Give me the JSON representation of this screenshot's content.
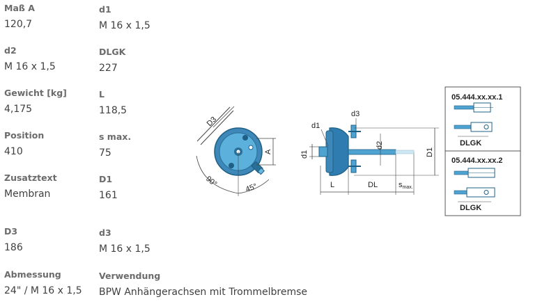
{
  "specs": [
    {
      "label": "Maß A",
      "value": "120,7"
    },
    {
      "label": "d1",
      "value": "M 16 x 1,5"
    },
    {
      "label": "d2",
      "value": "M 16 x 1,5"
    },
    {
      "label": "DLGK",
      "value": "227"
    },
    {
      "label": "Gewicht [kg]",
      "value": "4,175"
    },
    {
      "label": "L",
      "value": "118,5"
    },
    {
      "label": "Position",
      "value": "410"
    },
    {
      "label": "s max.",
      "value": "75"
    },
    {
      "label": "Zusatztext",
      "value": "Membran"
    },
    {
      "label": "D1",
      "value": "161"
    },
    {
      "label": "D3",
      "value": "186"
    },
    {
      "label": "d3",
      "value": "M 16 x 1,5"
    },
    {
      "label": "Abmessung",
      "value": "24\" / M 16 x 1,5"
    },
    {
      "label": "Verwendung",
      "value": "BPW Anhängerachsen mit Trommelbremse"
    }
  ],
  "drawing": {
    "front": {
      "d3": "D3",
      "a": "A",
      "angle1": "90°",
      "angle2": "45°"
    },
    "side": {
      "d1": "d1",
      "d1b": "d1",
      "d3": "d3",
      "d2": "d2",
      "big_d1": "D1",
      "l": "L",
      "dl": "DL",
      "s": "s",
      "s_sub": "max."
    },
    "box": {
      "part1": "05.444.xx.xx.1",
      "dlgk1": "DLGK",
      "part2": "05.444.xx.xx.2",
      "dlgk2": "DLGK"
    }
  },
  "colors": {
    "body": "#4fa3d1",
    "dark": "#1f5f85",
    "line": "#444444"
  }
}
